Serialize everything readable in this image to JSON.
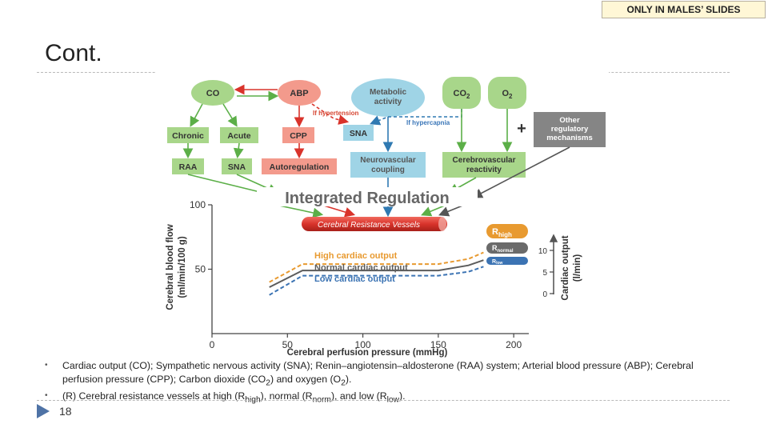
{
  "badge": "ONLY IN MALES’ SLIDES",
  "title": "Cont.",
  "page_number": "18",
  "colors": {
    "green_node": "#a8d68a",
    "red_node": "#f39a8c",
    "blue_node": "#9fd4e6",
    "gray_node": "#858585",
    "vessel_red": "#d9332b",
    "high_output": "#e89a30",
    "normal_output": "#5c5c5c",
    "low_output": "#3b73b3",
    "label_red": "#d64531",
    "label_blue": "#3a76b8"
  },
  "diagram": {
    "nodes": {
      "co": "CO",
      "abp": "ABP",
      "metabolic_line1": "Metabolic",
      "metabolic_line2": "activity",
      "co2": "CO",
      "co2_sub": "2",
      "o2": "O",
      "o2_sub": "2",
      "chronic": "Chronic",
      "acute": "Acute",
      "cpp": "CPP",
      "sna_mid": "SNA",
      "other_line1": "Other",
      "other_line2": "regulatory",
      "other_line3": "mechanisms",
      "plus": "+",
      "raa": "RAA",
      "sna_low": "SNA",
      "autoregulation": "Autoregulation",
      "neuro_line1": "Neurovascular",
      "neuro_line2": "coupling",
      "cereb_line1": "Cerebrovascular",
      "cereb_line2": "reactivity"
    },
    "labels": {
      "if_hypertension": "If hypertension",
      "if_hypercapnia": "If hypercapnia"
    },
    "integrated": "Integrated Regulation",
    "vessels": "Cerebral Resistance Vessels",
    "resistance": {
      "high_main": "R",
      "high_sub": "high",
      "normal_main": "R",
      "normal_sub": "normal",
      "low_main": "R",
      "low_sub": "low"
    }
  },
  "chart_data": {
    "type": "line",
    "xlabel": "Cerebral perfusion pressure (mmHg)",
    "ylabel_line1": "Cerebral blood flow",
    "ylabel_line2": "(ml/min/100 g)",
    "y2label_line1": "Cardiac output",
    "y2label_line2": "(l/min)",
    "xlim": [
      0,
      210
    ],
    "ylim": [
      0,
      100
    ],
    "x_ticks": [
      0,
      50,
      100,
      150,
      200
    ],
    "y_ticks": [
      50,
      100
    ],
    "y2_ticks": [
      0,
      5,
      10
    ],
    "series": [
      {
        "name": "High cardiac output",
        "x": [
          38,
          60,
          150,
          170,
          180
        ],
        "y": [
          40,
          54,
          54,
          58,
          63
        ]
      },
      {
        "name": "Normal cardiac output",
        "x": [
          38,
          60,
          150,
          170,
          180
        ],
        "y": [
          36,
          49,
          49,
          53,
          57
        ]
      },
      {
        "name": "Low cardiac output",
        "x": [
          38,
          60,
          150,
          170,
          180
        ],
        "y": [
          30,
          45,
          45,
          48,
          52
        ]
      }
    ]
  },
  "bullets": [
    "Cardiac output (CO); Sympathetic nervous activity (SNA); Renin–angiotensin–aldosterone (RAA) system; Arterial blood pressure (ABP); Cerebral perfusion pressure (CPP); Carbon dioxide (CO",
    "2",
    ") and oxygen (O",
    "2",
    ").",
    "(R) Cerebral resistance vessels at high (R",
    "high",
    "), normal (R",
    "norm",
    "), and low (R",
    "low",
    ")."
  ]
}
